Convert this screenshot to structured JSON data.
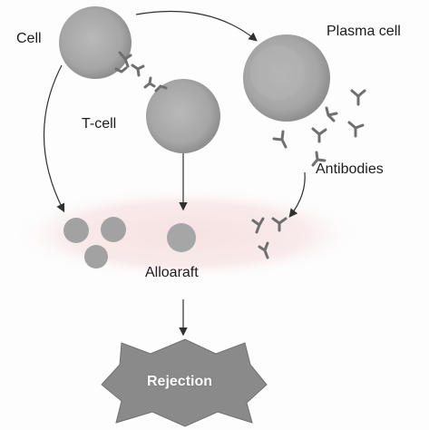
{
  "labels": {
    "cell": "Cell",
    "plasma_cell": "Plasma cell",
    "t_cell": "T-cell",
    "antibodies": "Antibodies",
    "allograft": "Alloaraft",
    "rejection": "Rejection"
  },
  "colors": {
    "cell_fill": "#a8a8a8",
    "cell_inner": "#b8b8b8",
    "antibody": "#6f6f6f",
    "graft_tint": "#f7e4e4",
    "rejection_star": "#8a8a8a",
    "arrow": "#303030"
  }
}
